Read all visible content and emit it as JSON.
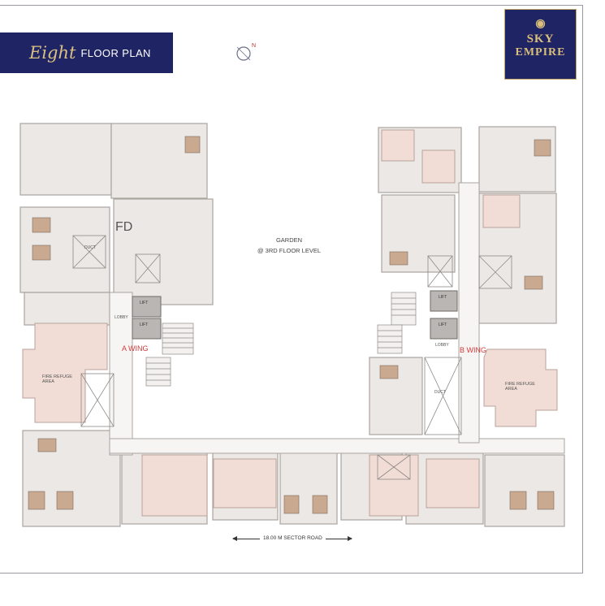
{
  "header": {
    "title_script": "Eight",
    "title_rest": "FLOOR PLAN"
  },
  "logo": {
    "line1": "SKY",
    "line2": "EMPIRE"
  },
  "compass": {
    "north_label": "N"
  },
  "labels": {
    "garden_line1": "GARDEN",
    "garden_line2": "@ 3RD FLOOR LEVEL",
    "a_wing": "A WING",
    "b_wing": "B WING",
    "fd": "FD",
    "refuge_left": "FIRE REFUGE AREA",
    "refuge_right": "FIRE REFUGE AREA",
    "lift1": "LIFT",
    "lift2": "LIFT",
    "lobby": "LOBBY",
    "duct": "DUCT",
    "road": "18.00 M SECTOR ROAD"
  },
  "colors": {
    "navy": "#1f2464",
    "gold": "#d9c184",
    "wall": "#b8b3ae",
    "room_grey": "#e9e6e3",
    "room_pink": "#f1dcd6",
    "wing_red": "#d23a3a"
  }
}
